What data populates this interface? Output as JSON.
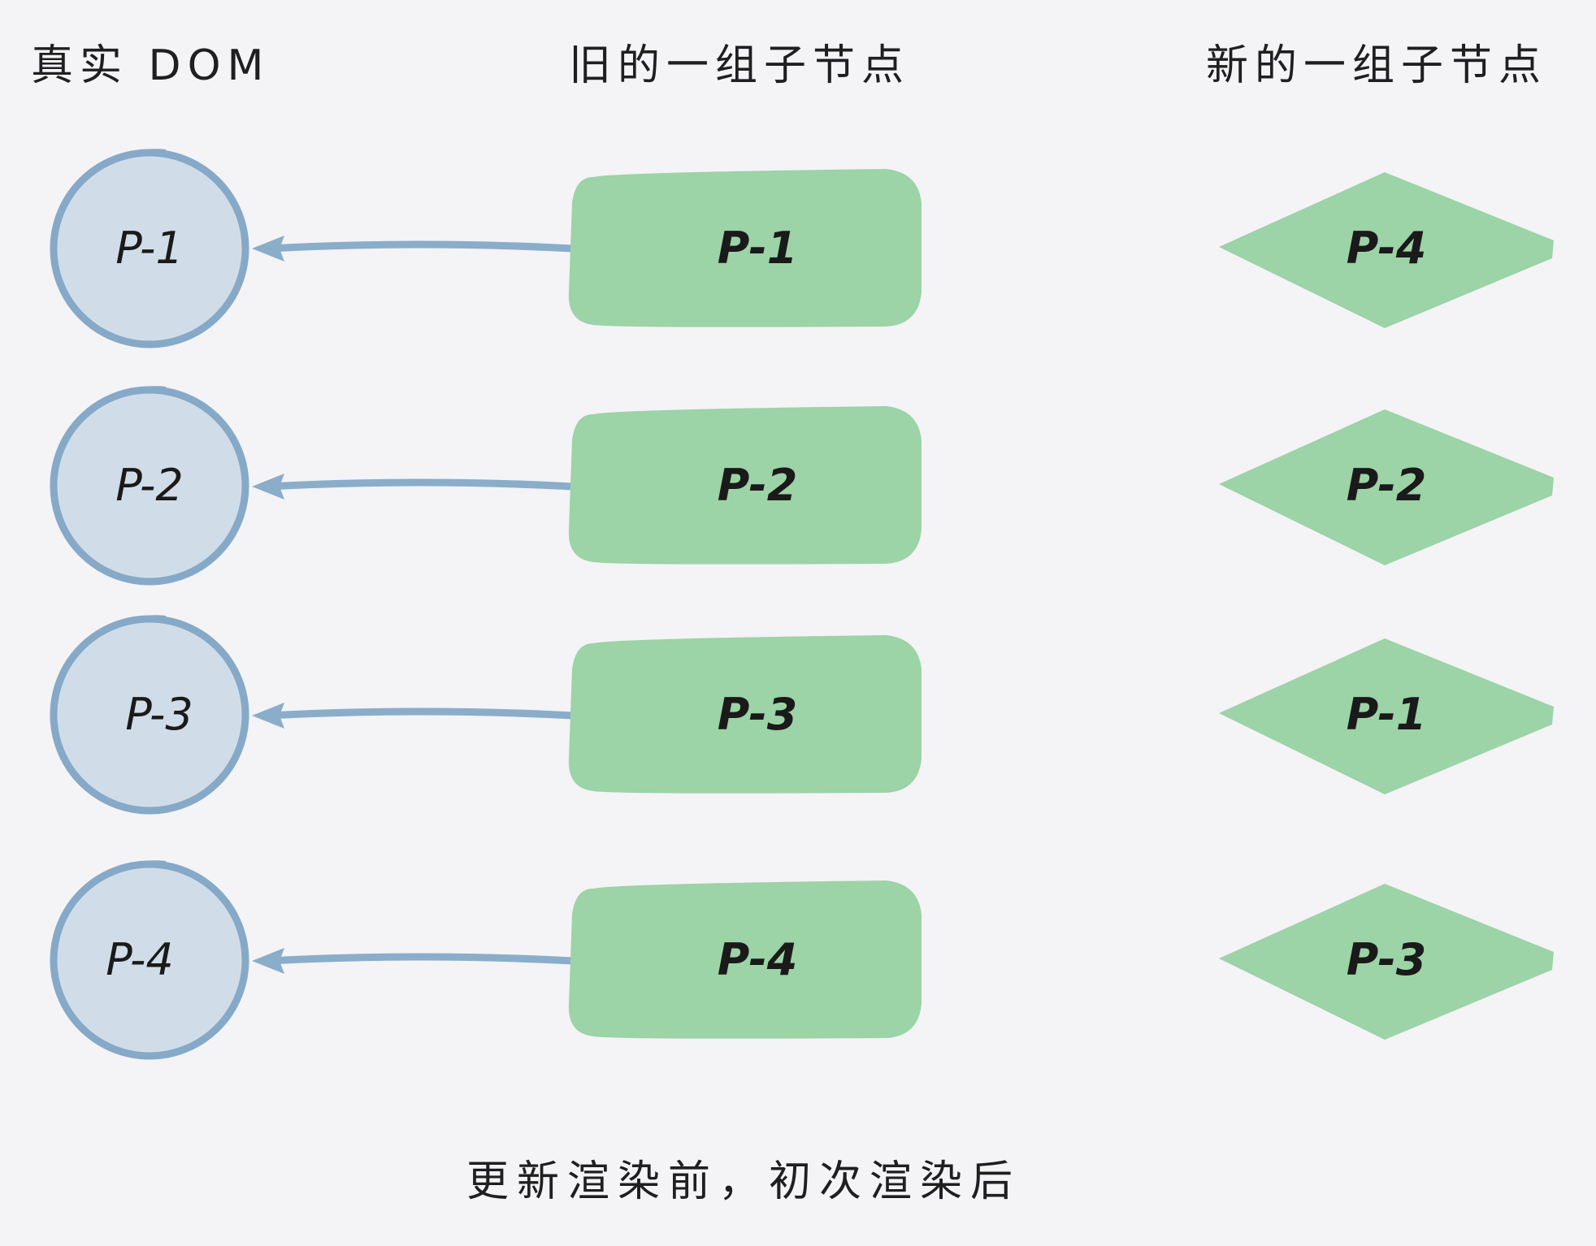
{
  "headers": {
    "real_dom": "真实 DOM",
    "old_children": "旧的一组子节点",
    "new_children": "新的一组子节点"
  },
  "real_dom_nodes": [
    {
      "label": "P-1"
    },
    {
      "label": "P-2"
    },
    {
      "label": "P-3"
    },
    {
      "label": "P-4"
    }
  ],
  "old_nodes": [
    {
      "label": "P-1"
    },
    {
      "label": "P-2"
    },
    {
      "label": "P-3"
    },
    {
      "label": "P-4"
    }
  ],
  "new_nodes": [
    {
      "label": "P-4"
    },
    {
      "label": "P-2"
    },
    {
      "label": "P-1"
    },
    {
      "label": "P-3"
    }
  ],
  "caption": "更新渲染前，初次渲染后",
  "colors": {
    "background": "#f4f3f6",
    "circle_fill": "#d0dde8",
    "circle_stroke": "#86a9c8",
    "node_fill": "#9cd3a7",
    "arrow": "#8aadc9"
  }
}
